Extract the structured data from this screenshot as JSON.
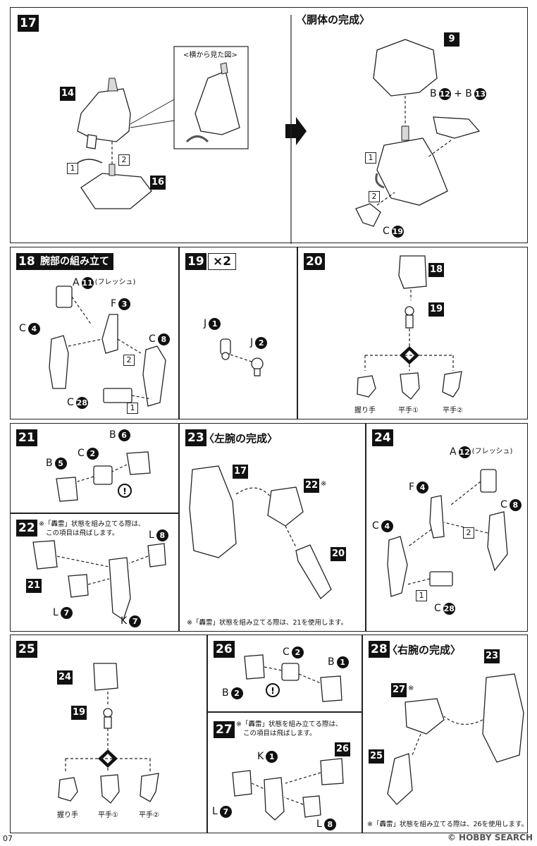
{
  "page_number": "07",
  "watermark": "© HOBBY SEARCH",
  "steps": {
    "s17": {
      "num": "17",
      "refs": {
        "a": "14",
        "b": "16"
      },
      "side_view": "<横から見た図>",
      "boxes": [
        "1",
        "2"
      ]
    },
    "torso": {
      "title": "〈胴体の完成〉",
      "refs": {
        "a": "9"
      },
      "parts": {
        "b": "B",
        "b12": "12",
        "plus": "+",
        "b13": "13",
        "c": "C",
        "c19": "19"
      },
      "boxes": [
        "1",
        "2"
      ]
    },
    "s18": {
      "num": "18",
      "title": "腕部の組み立て",
      "parts": {
        "a": "A",
        "a11": "11",
        "a11_note": "(フレッシュ)",
        "f": "F",
        "f3": "3",
        "c4": "C",
        "c4n": "4",
        "c8": "C",
        "c8n": "8",
        "c28": "C",
        "c28n": "28"
      },
      "boxes": [
        "2",
        "1"
      ]
    },
    "s19": {
      "num": "19",
      "mult": "×2",
      "parts": {
        "j1": "J",
        "j1n": "1",
        "j2": "J",
        "j2n": "2"
      }
    },
    "s20": {
      "num": "20",
      "refs": {
        "a": "18",
        "b": "19"
      },
      "hands": [
        "握り手",
        "平手①",
        "平手②"
      ]
    },
    "s21": {
      "num": "21",
      "parts": {
        "b6": "B",
        "b6n": "6",
        "c2": "C",
        "c2n": "2",
        "b5": "B",
        "b5n": "5"
      }
    },
    "s22": {
      "num": "22",
      "note": [
        "※「轟雷」状態を組み立てる際は、",
        "この項目は飛ばします。"
      ],
      "ref": "21",
      "parts": {
        "l8": "L",
        "l8n": "8",
        "l7": "L",
        "l7n": "7",
        "k7": "K",
        "k7n": "7"
      }
    },
    "s23": {
      "num": "23",
      "title": "〈左腕の完成〉",
      "refs": {
        "a": "17",
        "b": "22",
        "c": "20"
      },
      "mark": "※",
      "note": "※「轟雷」状態を組み立てる際は、21を使用します。"
    },
    "s24": {
      "num": "24",
      "parts": {
        "a": "A",
        "a12": "12",
        "a12_note": "(フレッシュ)",
        "f": "F",
        "f4": "4",
        "c8": "C",
        "c8n": "8",
        "c4": "C",
        "c4n": "4",
        "c28": "C",
        "c28n": "28"
      },
      "boxes": [
        "2",
        "1"
      ]
    },
    "s25": {
      "num": "25",
      "refs": {
        "a": "24",
        "b": "19"
      },
      "hands": [
        "握り手",
        "平手①",
        "平手②"
      ]
    },
    "s26": {
      "num": "26",
      "parts": {
        "c2": "C",
        "c2n": "2",
        "b1": "B",
        "b1n": "1",
        "b2": "B",
        "b2n": "2"
      }
    },
    "s27": {
      "num": "27",
      "note": [
        "※「轟雷」状態を組み立てる際は、",
        "この項目は飛ばします。"
      ],
      "ref": "26",
      "parts": {
        "k1": "K",
        "k1n": "1",
        "l7": "L",
        "l7n": "7",
        "l8": "L",
        "l8n": "8"
      }
    },
    "s28": {
      "num": "28",
      "title": "〈右腕の完成〉",
      "refs": {
        "a": "23",
        "b": "27",
        "c": "25"
      },
      "mark": "※",
      "note": "※「轟雷」状態を組み立てる際は、26を使用します。"
    }
  }
}
